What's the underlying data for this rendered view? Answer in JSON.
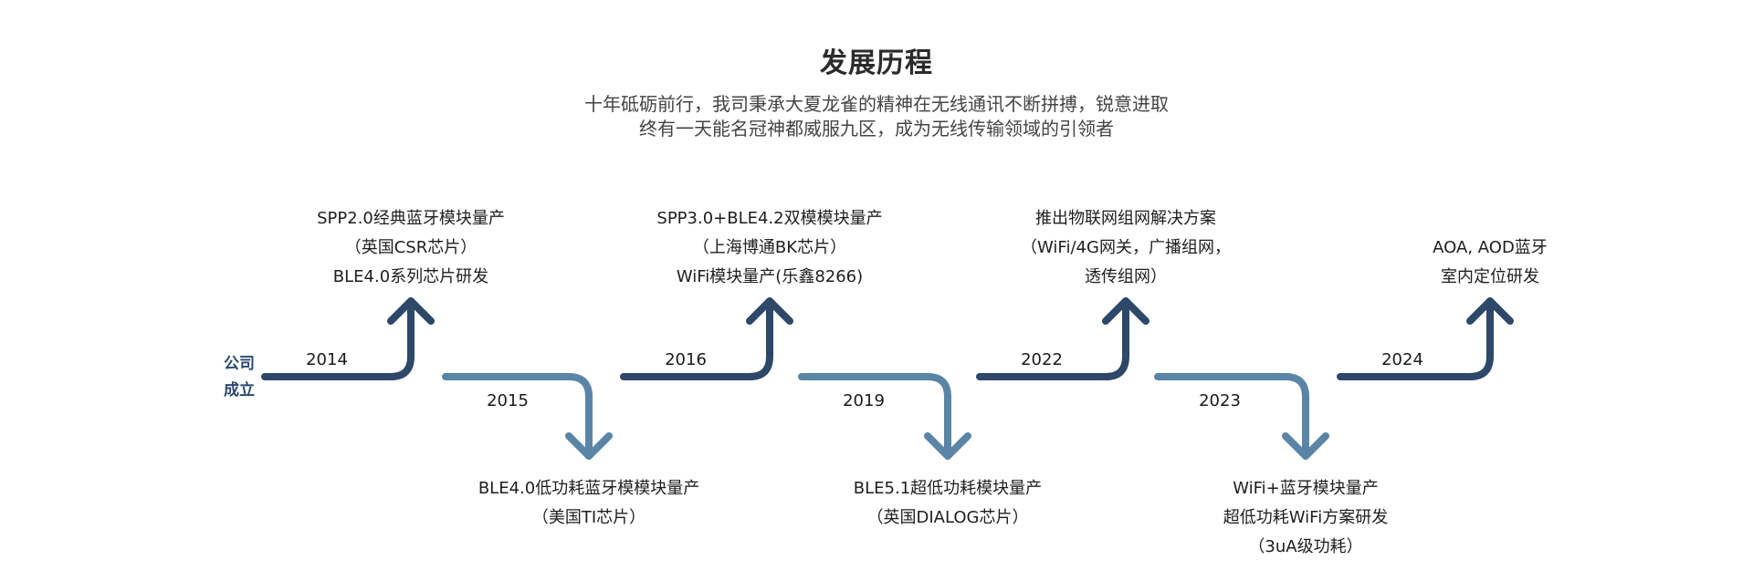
{
  "header": {
    "title": "发展历程",
    "subtitle_line1": "十年砥砺前行，我司秉承大夏龙雀的精神在无线通讯不断拼搏，锐意进取",
    "subtitle_line2": "终有一天能名冠神都威服九区，成为无线传输领域的引领者"
  },
  "start": {
    "line1": "公司",
    "line2": "成立"
  },
  "colors": {
    "dark": "#2d4868",
    "light": "#5a85a6"
  },
  "events": [
    {
      "year": "2014",
      "direction": "up",
      "lines": [
        "SPP2.0经典蓝牙模块量产",
        "（英国CSR芯片）",
        "BLE4.0系列芯片研发"
      ]
    },
    {
      "year": "2015",
      "direction": "down",
      "lines": [
        "BLE4.0低功耗蓝牙模模块量产",
        "（美国TI芯片）"
      ]
    },
    {
      "year": "2016",
      "direction": "up",
      "lines": [
        "SPP3.0+BLE4.2双模模块量产",
        "（上海博通BK芯片）",
        "WiFi模块量产(乐鑫8266)"
      ]
    },
    {
      "year": "2019",
      "direction": "down",
      "lines": [
        "BLE5.1超低功耗模块量产",
        "（英国DIALOG芯片）"
      ]
    },
    {
      "year": "2022",
      "direction": "up",
      "lines": [
        "推出物联网组网解决方案",
        "（WiFi/4G网关，广播组网，",
        "透传组网）"
      ]
    },
    {
      "year": "2023",
      "direction": "down",
      "lines": [
        "WiFi+蓝牙模块量产",
        "超低功耗WiFi方案研发",
        "（3uA级功耗）"
      ]
    },
    {
      "year": "2024",
      "direction": "up",
      "lines": [
        "AOA, AOD蓝牙",
        "室内定位研发"
      ]
    }
  ]
}
